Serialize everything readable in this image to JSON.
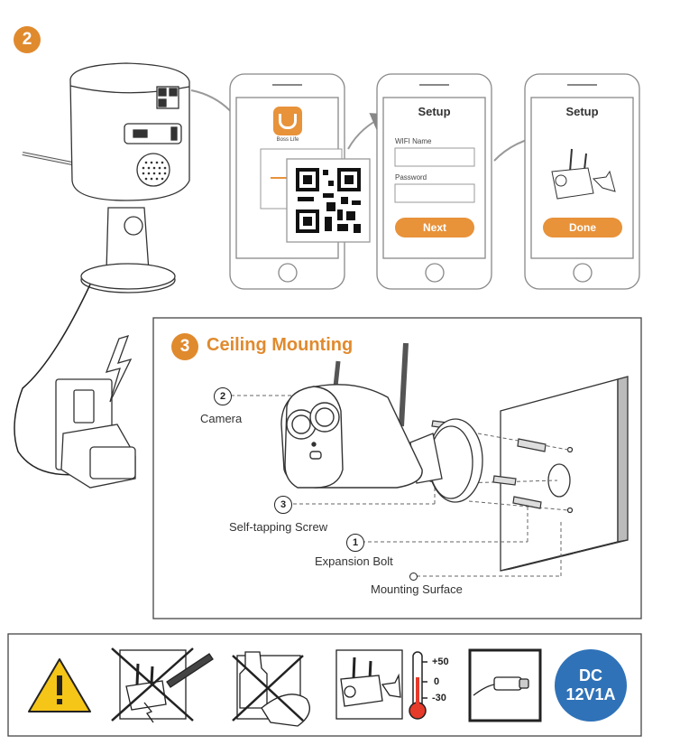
{
  "step2": {
    "badge": "2"
  },
  "phones": [
    {
      "app_name": "Boss Life"
    },
    {
      "title": "Setup",
      "wifi_label": "WIFI Name",
      "password_label": "Password",
      "button": "Next"
    },
    {
      "title": "Setup",
      "button": "Done"
    }
  ],
  "step3": {
    "badge": "3",
    "title": "Ceiling Mounting",
    "callouts": [
      {
        "num": "2",
        "label": "Camera"
      },
      {
        "num": "3",
        "label": "Self-tapping Screw"
      },
      {
        "num": "1",
        "label": "Expansion Bolt"
      },
      {
        "label": "Mounting Surface"
      }
    ]
  },
  "warnings": {
    "temperature": {
      "max": "+50",
      "mid": "0",
      "min": "-30"
    },
    "power": {
      "line1": "DC",
      "line2": "12V1A"
    }
  },
  "colors": {
    "accent": "#e08a2e",
    "button": "#e8923a",
    "dc_badge": "#2f72b8"
  }
}
